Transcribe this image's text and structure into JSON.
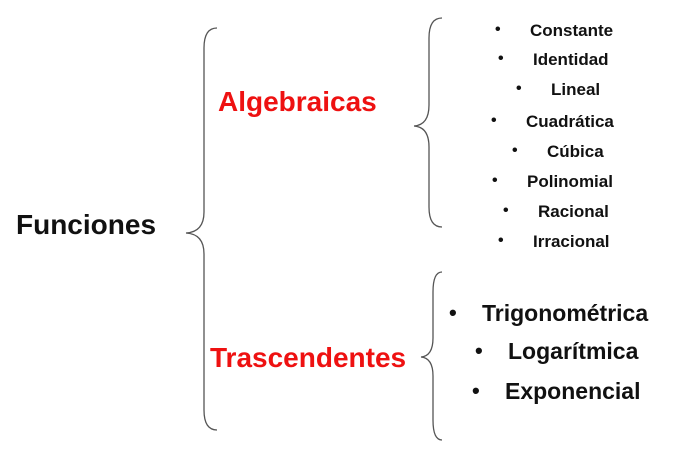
{
  "root": {
    "label": "Funciones"
  },
  "categories": [
    {
      "label": "Algebraicas",
      "items": [
        "Constante",
        "Identidad",
        "Lineal",
        "Cuadrática",
        "Cúbica",
        "Polinomial",
        "Racional",
        "Irracional"
      ]
    },
    {
      "label": "Trascendentes",
      "items": [
        "Trigonométrica",
        "Logarítmica",
        "Exponencial"
      ]
    }
  ],
  "bullet": "•",
  "colors": {
    "category": "#ee1111",
    "text": "#111111",
    "brace": "#555555"
  }
}
